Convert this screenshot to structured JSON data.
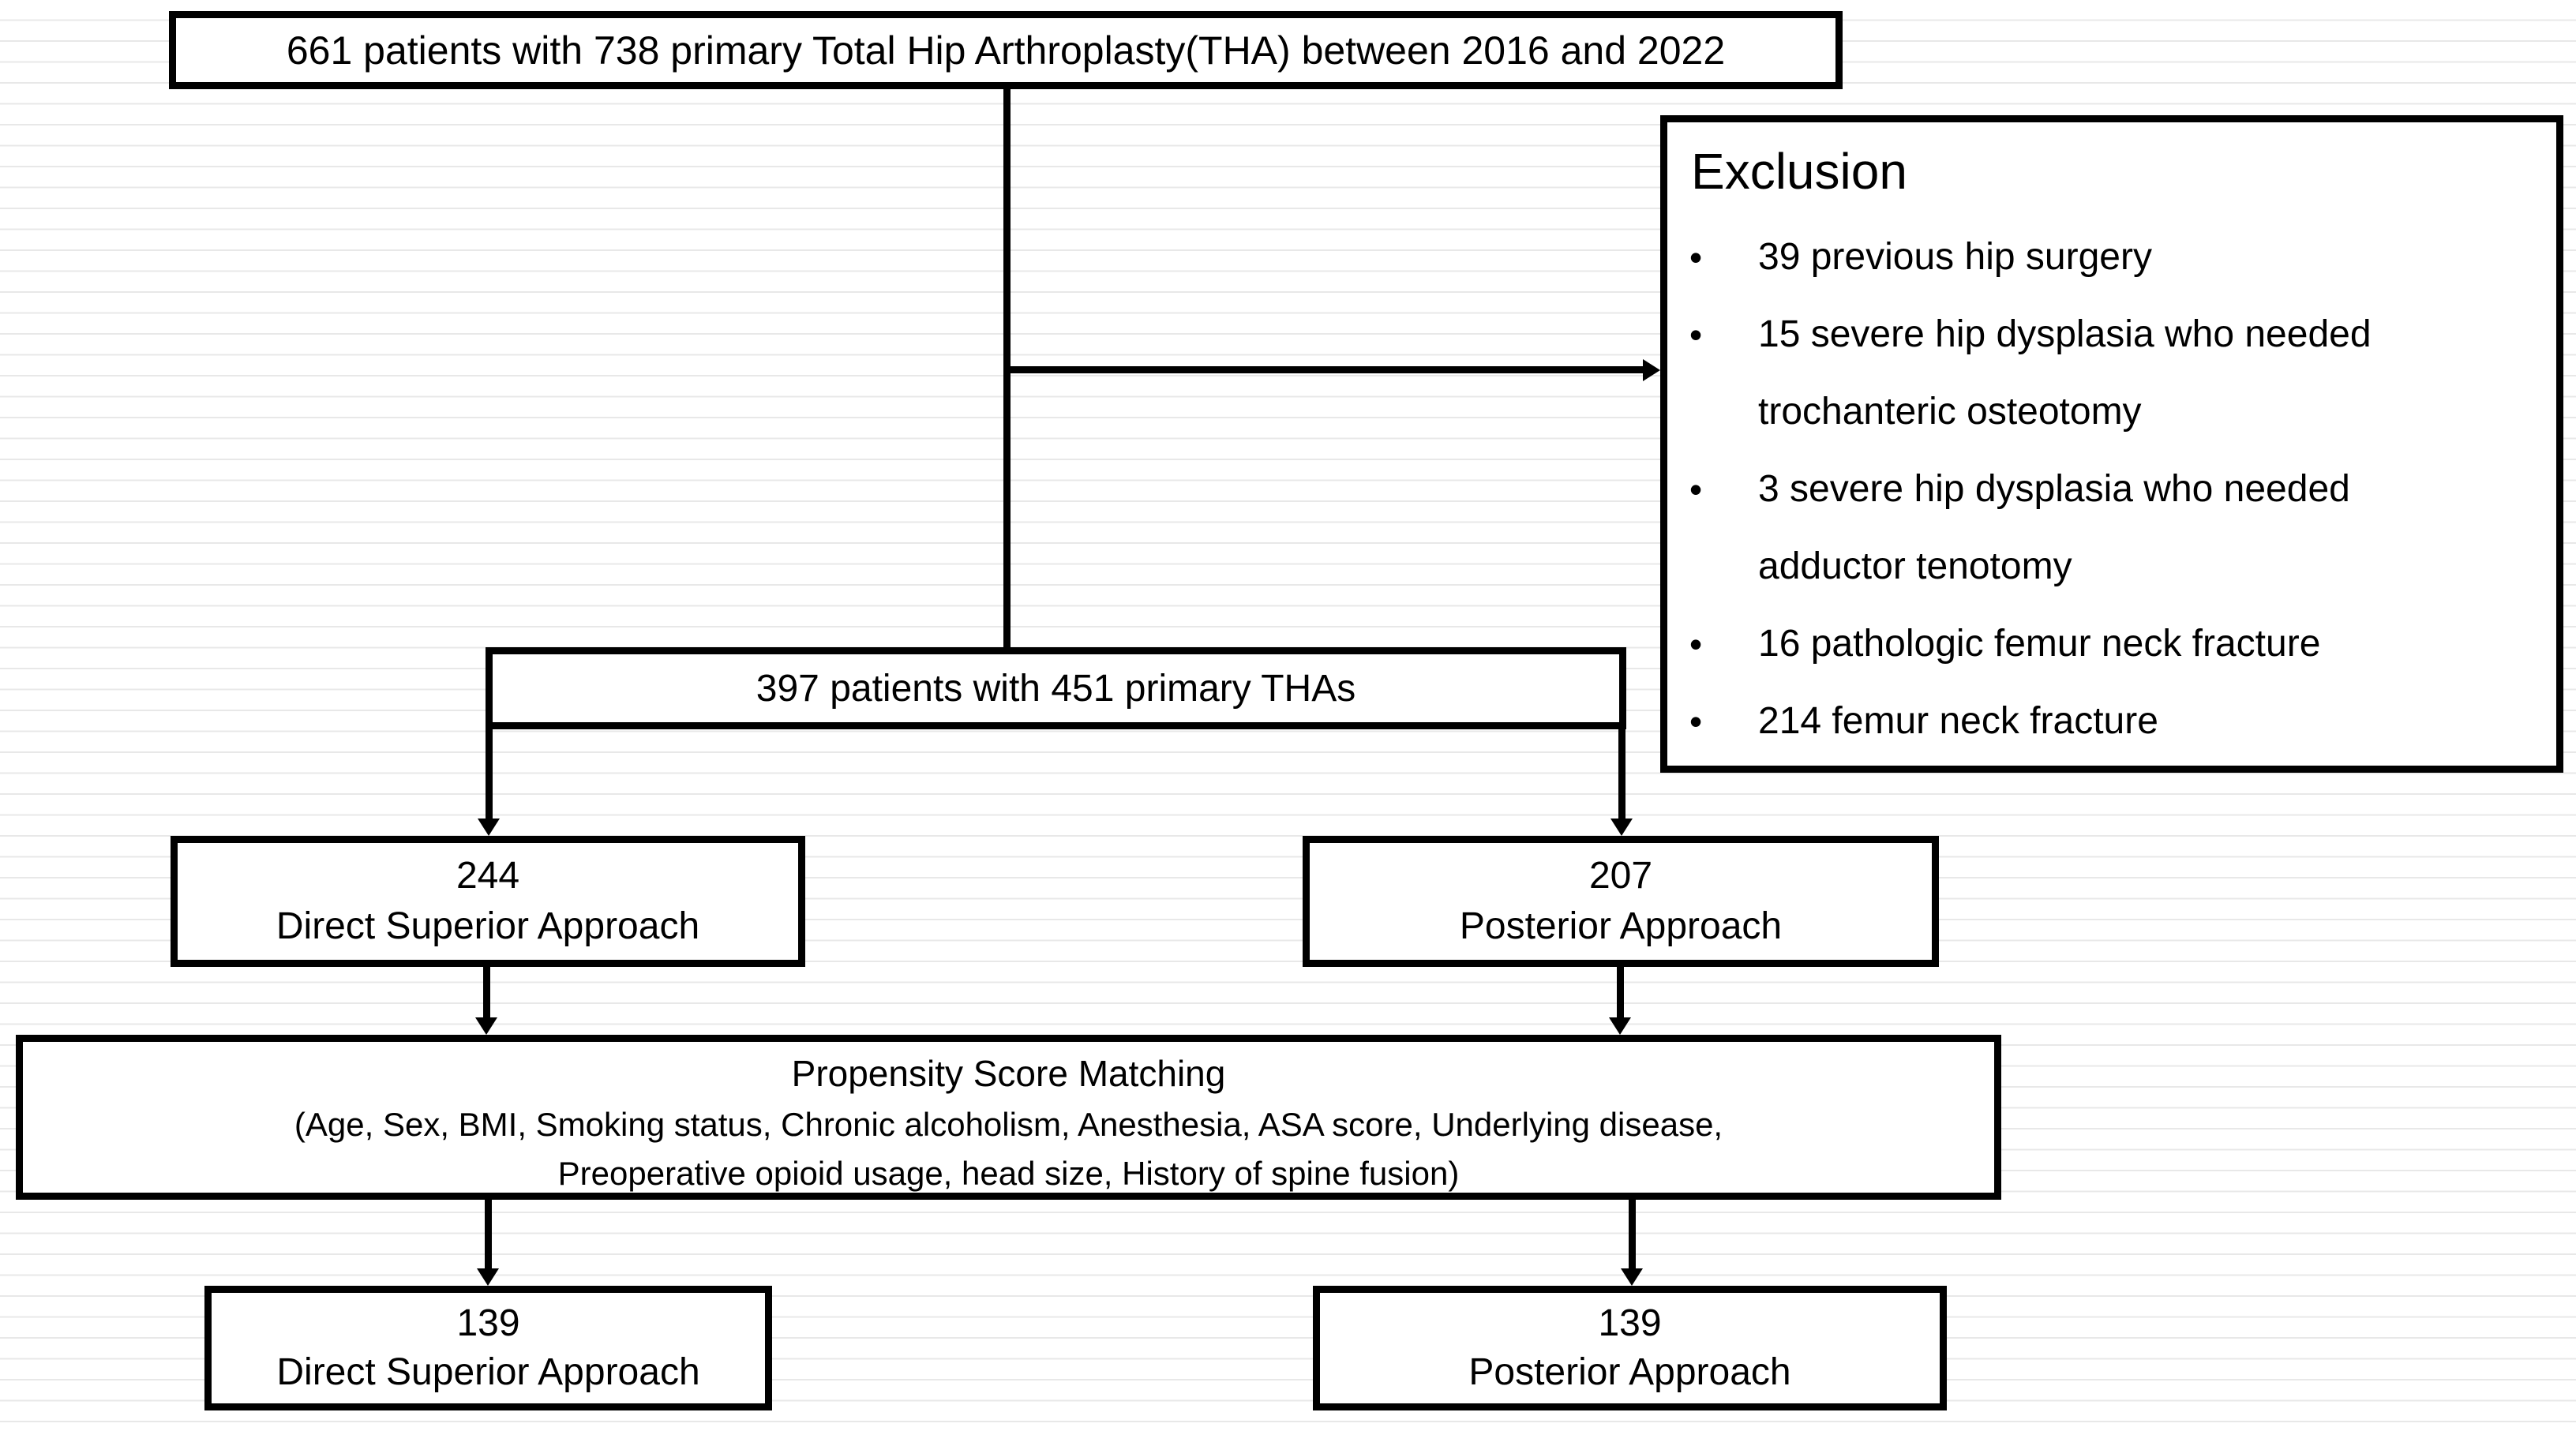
{
  "colors": {
    "line": "#000000",
    "box_background": "#ffffff",
    "page_background": "#ffffff",
    "ruled_line": "#e8e8e8"
  },
  "diagram": {
    "enrollment_box": {
      "text": "661 patients with 738 primary Total Hip Arthroplasty(THA) between 2016 and 2022"
    },
    "exclusion_box": {
      "title": "Exclusion",
      "bullet": "•",
      "items": [
        {
          "lines": [
            "39 previous hip surgery"
          ]
        },
        {
          "lines": [
            "15 severe hip dysplasia who needed",
            "trochanteric osteotomy"
          ]
        },
        {
          "lines": [
            "3 severe hip dysplasia who needed",
            "adductor tenotomy"
          ]
        },
        {
          "lines": [
            "16 pathologic femur neck fracture"
          ]
        },
        {
          "lines": [
            "214 femur neck fracture"
          ]
        }
      ]
    },
    "included_box": {
      "text": "397 patients with 451 primary THAs"
    },
    "dsa_box": {
      "count": "244",
      "label": "Direct Superior Approach"
    },
    "pa_box": {
      "count": "207",
      "label": "Posterior Approach"
    },
    "psm_box": {
      "title": "Propensity Score Matching",
      "criteria_line1": "(Age, Sex, BMI, Smoking status, Chronic alcoholism, Anesthesia, ASA score, Underlying disease,",
      "criteria_line2": "Preoperative opioid usage, head size, History of spine fusion)"
    },
    "matched_dsa_box": {
      "count": "139",
      "label": "Direct Superior Approach"
    },
    "matched_pa_box": {
      "count": "139",
      "label": "Posterior Approach"
    }
  }
}
